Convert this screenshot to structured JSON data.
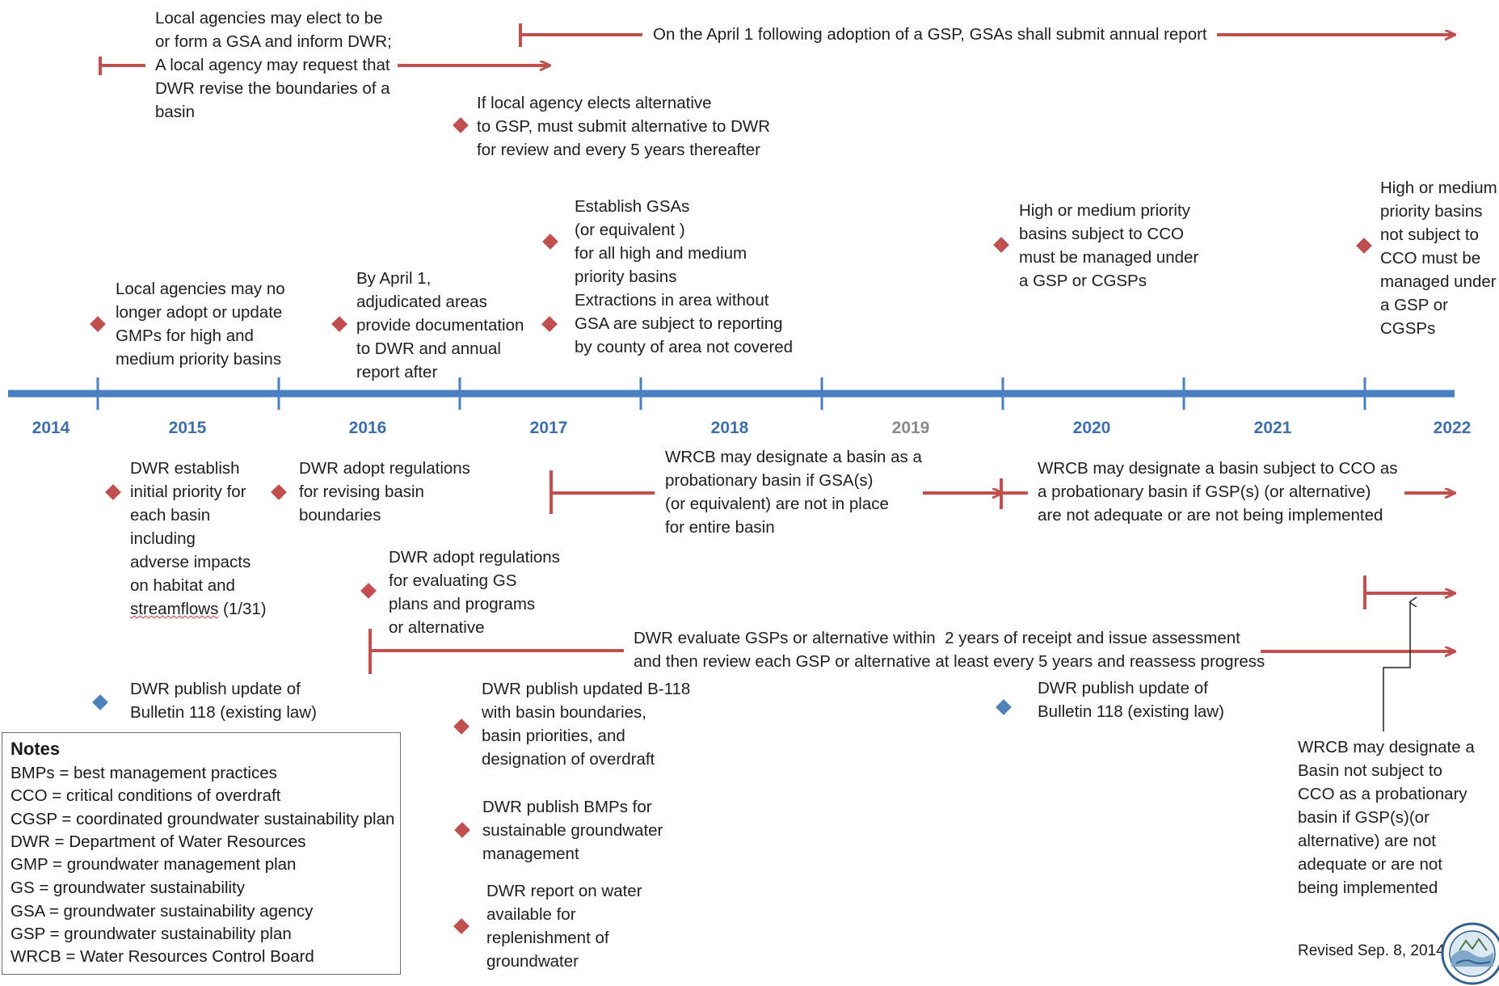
{
  "timeline": {
    "years": [
      "2014",
      "2015",
      "2016",
      "2017",
      "2018",
      "2019",
      "2020",
      "2021",
      "2022"
    ],
    "axis_color": "#4a7fc1",
    "year_color": "#3c6fab",
    "highlight_year_color": "#8a8a8a"
  },
  "colors": {
    "milestone_red": "#c0504d",
    "milestone_blue": "#4f81bd",
    "arrow_red": "#c0504d"
  },
  "events_above": {
    "local_agencies_gsa": "Local agencies may elect to be\nor form a GSA and inform DWR;\nA local agency may request that\nDWR revise the boundaries of a\nbasin",
    "annual_report": "On the April 1 following  adoption of a GSP, GSAs shall submit annual report",
    "alternative_to_gsp": "If local agency elects alternative\nto GSP, must submit alternative to DWR\nfor review  and every 5 years thereafter",
    "no_longer_adopt_gmp": "Local agencies may no\nlonger adopt or update\nGMPs for high and\nmedium  priority basins",
    "adjudicated_areas": "By April 1,\nadjudicated areas\nprovide documentation\nto DWR and annual\nreport after",
    "establish_gsas": "Establish GSAs\n(or equivalent )\nfor all  high and medium\npriority basins",
    "extractions_reporting": "Extractions in area without\nGSA are subject to reporting\nby county of area not covered",
    "cco_basins_2020": "High or medium priority\nbasins subject to CCO\nmust be managed under\na GSP or CGSPs",
    "non_cco_basins_2022": "High or medium\npriority basins\nnot subject to\nCCO must be\nmanaged under\na GSP or CGSPs"
  },
  "events_below": {
    "initial_priority": "DWR establish\ninitial   priority for\neach basin\nincluding\nadverse impacts\non habitat and",
    "initial_priority_last_word": "streamflows",
    "initial_priority_date": " (1/31)",
    "revise_boundaries_regs": "DWR adopt regulations\nfor revising basin\nboundaries",
    "probationary_gsa": "WRCB may designate a basin as a\nprobationary basin if GSA(s)\n(or equivalent) are not in place\nfor entire basin",
    "probationary_cco": "WRCB may designate a basin subject to CCO as\na probationary basin if GSP(s) (or alternative)\nare not adequate or are not being implemented",
    "evaluating_gs_regs": "DWR adopt regulations\nfor evaluating GS\nplans and programs\nor alternative",
    "evaluate_gsps": "DWR evaluate GSPs or alternative within  2 years of receipt and issue assessment\nand then review each GSP or alternative at least every 5 years and reassess progress",
    "bulletin_118_2016": "DWR publish update of\nBulletin 118 (existing law)",
    "updated_b118": "DWR publish updated B-118\nwith basin boundaries,\nbasin priorities, and\ndesignation of overdraft",
    "bulletin_118_2020": "DWR publish update of\nBulletin 118 (existing law)",
    "bmps": "DWR publish BMPs for\nsustainable groundwater\nmanagement",
    "water_report": "DWR report on water\navailable for\nreplenishment of\ngroundwater",
    "probationary_non_cco": "WRCB may designate a\nBasin not subject to\nCCO as a probationary\nbasin if GSP(s)(or\nalternative) are not\nadequate or are not\nbeing implemented"
  },
  "notes": {
    "title": "Notes",
    "items": [
      "BMPs = best management practices",
      "CCO = critical  conditions of overdraft",
      "CGSP = coordinated groundwater sustainability plan",
      "DWR = Department of Water Resources",
      "GMP = groundwater management  plan",
      "GS = groundwater sustainability",
      "GSA = groundwater sustainability agency",
      "GSP = groundwater sustainability plan",
      "WRCB = Water Resources Control Board"
    ]
  },
  "footer": {
    "revised": "Revised Sep. 8, 2014"
  }
}
